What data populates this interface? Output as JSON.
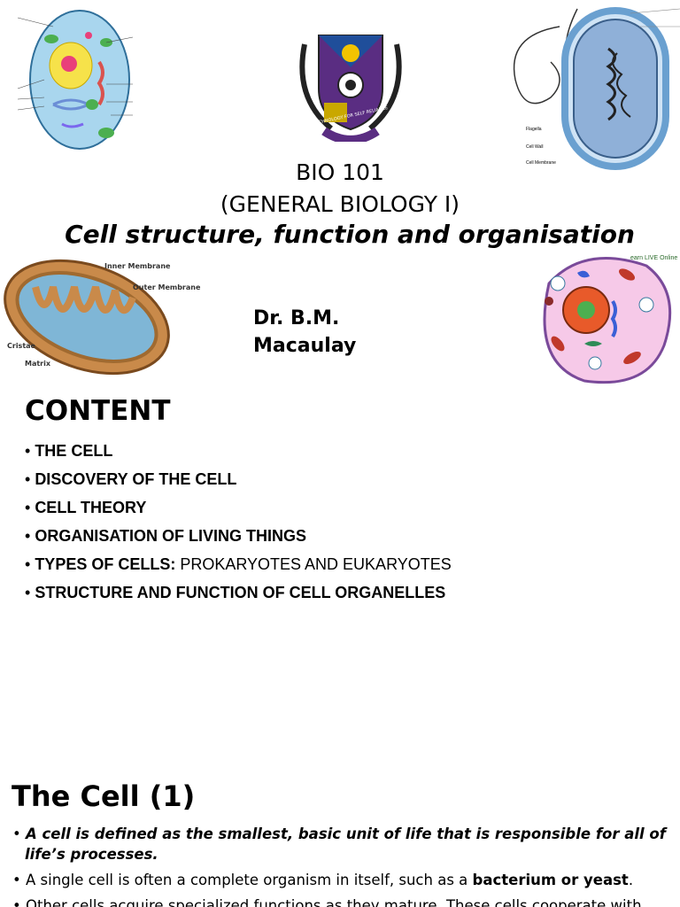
{
  "slide1": {
    "course_code": "BIO 101",
    "course_name": "(GENERAL BIOLOGY I)",
    "subtitle": "Cell structure, function and organisation",
    "author_line1": "Dr. B.M.",
    "author_line2": "Macaulay",
    "logo_motto": "TECHNOLOGY FOR SELF RELIANCE",
    "bacteria_labels": [
      "Flagella",
      "Cell Wall",
      "Cell Membrane"
    ],
    "mito_labels": [
      "Inner Membrane",
      "Outer Membrane",
      "Cristae",
      "Matrix"
    ],
    "watermark": "earn LIVE Online"
  },
  "slide2": {
    "heading": "CONTENT",
    "items": [
      {
        "bold": "THE CELL",
        "rest": ""
      },
      {
        "bold": "DISCOVERY OF THE CELL",
        "rest": ""
      },
      {
        "bold": "CELL THEORY",
        "rest": ""
      },
      {
        "bold": "ORGANISATION OF LIVING THINGS",
        "rest": ""
      },
      {
        "bold": "TYPES OF CELLS:",
        "rest": " PROKARYOTES AND EUKARYOTES"
      },
      {
        "bold": "STRUCTURE AND FUNCTION OF CELL ORGANELLES",
        "rest": ""
      }
    ]
  },
  "slide3": {
    "heading": "The Cell (1)",
    "b1": "A cell is defined as the smallest, basic unit of life that is responsible for all of life’s processes.",
    "b2_pre": "A single cell is often a complete organism in itself, such as a ",
    "b2_bold": "bacterium or yeast",
    "b2_post": ".",
    "b3": "Other cells acquire specialized functions as they mature. These cells cooperate with"
  },
  "colors": {
    "bullet_text": "#000000",
    "slide_bg": "#ffffff"
  }
}
